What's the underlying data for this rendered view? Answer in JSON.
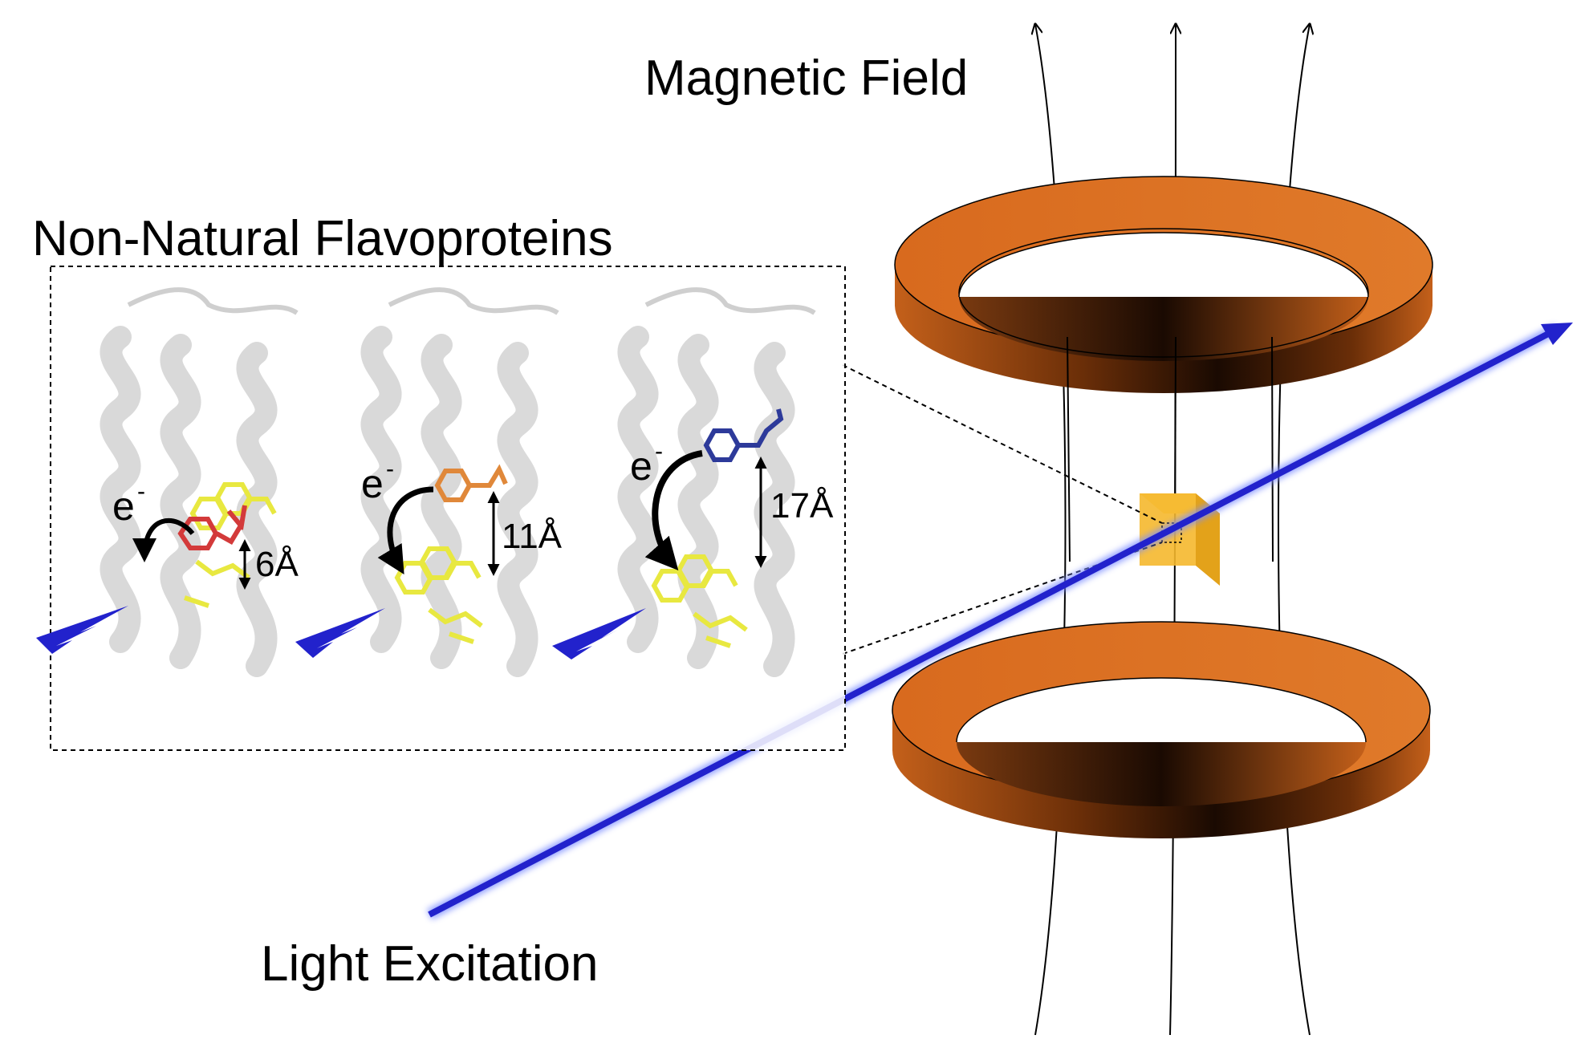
{
  "labels": {
    "magnetic_field": "Magnetic Field",
    "flavoproteins": "Non-Natural Flavoproteins",
    "light_excitation": "Light Excitation"
  },
  "proteins": [
    {
      "electron": "e",
      "electron_charge": "-",
      "distance": "6Å",
      "ligand_color": "#d33a3a"
    },
    {
      "electron": "e",
      "electron_charge": "-",
      "distance": "11Å",
      "ligand_color": "#e0883a"
    },
    {
      "electron": "e",
      "electron_charge": "-",
      "distance": "17Å",
      "ligand_color": "#2d3a9a"
    }
  ],
  "colors": {
    "coil": "#b8530f",
    "coil_inner": "#2a1405",
    "beam": "#2222cc",
    "sample": "#f5b82e",
    "flavin": "#e8e840",
    "helix": "#d8d8d8"
  }
}
